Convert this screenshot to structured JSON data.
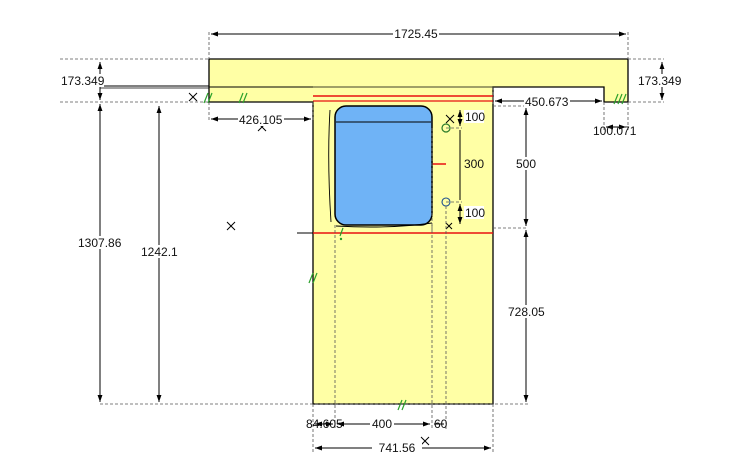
{
  "colors": {
    "countertop": "#ffffa5",
    "sink": "#6fb3f6",
    "highlight": "#e81010",
    "hatch": "#2aa02a",
    "outline": "#000000"
  },
  "dimensions": {
    "total_width": "1725.45",
    "left_height": "173.349",
    "right_height": "173.349",
    "left_section_width": "426.105",
    "right_section_width": "450.673",
    "right_end_width": "100.071",
    "hole_spacing_top": "100",
    "sink_zone_height": "300",
    "hole_spacing_bottom": "100",
    "upper_height": "500",
    "lower_height": "728.05",
    "overall_height": "1307.86",
    "inner_height": "1242.1",
    "bottom_offset_left": "84.605",
    "sink_width": "400",
    "bottom_offset_right": "60",
    "bottom_width": "741.56"
  },
  "icons": {
    "markers": "cross-marker-icon",
    "holes": "circle-hole-icon",
    "hatch": "hatch-mark-icon"
  }
}
